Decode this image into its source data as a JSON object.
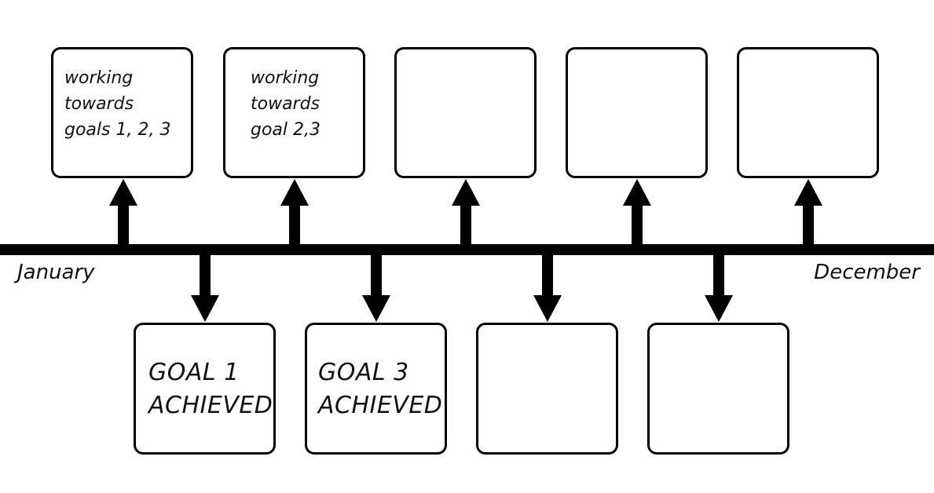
{
  "timeline": {
    "start_label": "January",
    "end_label": "December",
    "line_color": "#000000"
  },
  "top_boxes": [
    {
      "text": "working\ntowards\ngoals 1, 2, 3"
    },
    {
      "text": "working\ntowards\ngoal 2,3"
    },
    {
      "text": ""
    },
    {
      "text": ""
    },
    {
      "text": ""
    }
  ],
  "bottom_boxes": [
    {
      "text": "GOAL 1\nACHIEVED"
    },
    {
      "text": "GOAL 3\nACHIEVED"
    },
    {
      "text": ""
    },
    {
      "text": ""
    }
  ]
}
